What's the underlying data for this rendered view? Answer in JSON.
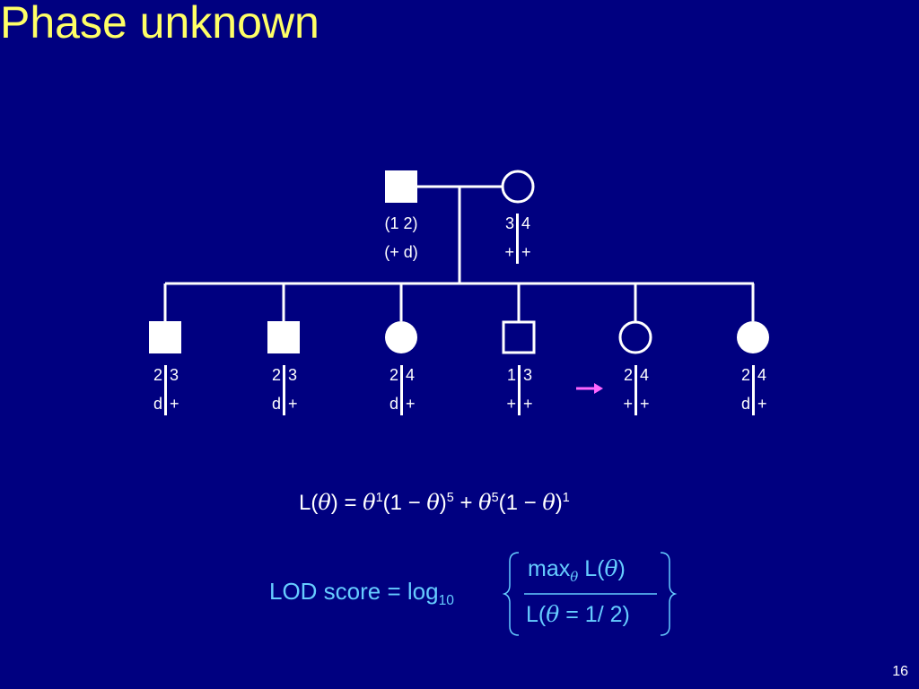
{
  "title": "Phase unknown",
  "parents": {
    "father": {
      "phase_top": "(1 2)",
      "phase_bottom": "(+ d)"
    },
    "mother": {
      "top_left": "3",
      "top_right": "4",
      "bottom_left": "+",
      "bottom_right": "+"
    }
  },
  "children": [
    {
      "sex": "male",
      "affected": true,
      "top_left": "2",
      "top_right": "3",
      "bottom_left": "d",
      "bottom_right": "+"
    },
    {
      "sex": "male",
      "affected": true,
      "top_left": "2",
      "top_right": "3",
      "bottom_left": "d",
      "bottom_right": "+"
    },
    {
      "sex": "female",
      "affected": true,
      "top_left": "2",
      "top_right": "4",
      "bottom_left": "d",
      "bottom_right": "+"
    },
    {
      "sex": "male",
      "affected": false,
      "top_left": "1",
      "top_right": "3",
      "bottom_left": "+",
      "bottom_right": "+"
    },
    {
      "sex": "female",
      "affected": false,
      "top_left": "2",
      "top_right": "4",
      "bottom_left": "+",
      "bottom_right": "+"
    },
    {
      "sex": "female",
      "affected": true,
      "top_left": "2",
      "top_right": "4",
      "bottom_left": "d",
      "bottom_right": "+"
    }
  ],
  "arrow_color": "#ff66ff",
  "likelihood": {
    "lhs": "L(",
    "theta": "θ",
    "eq": ") = ",
    "exp1": "1",
    "mid1": "(1 − ",
    "close1": ")",
    "exp5": "5",
    "plus": " + ",
    "exp5b": "5",
    "mid2": "(1 − ",
    "close2": ")",
    "exp1b": "1"
  },
  "lod": {
    "label": "LOD score = log",
    "base": "10",
    "num_max": "max",
    "num_rest": " L(",
    "num_close": ")",
    "den_l": "L(",
    "den_rest": " = 1/ 2)"
  },
  "page_number": "16",
  "colors": {
    "background": "#000080",
    "title": "#ffff66",
    "lod": "#66ccff",
    "line": "#ffffff"
  }
}
